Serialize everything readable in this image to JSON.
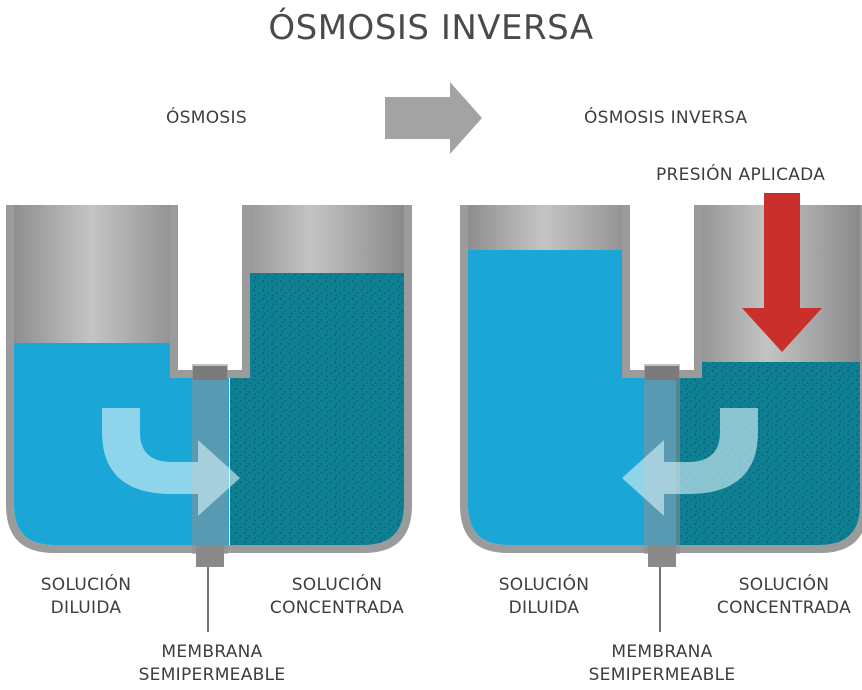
{
  "title": "ÓSMOSIS INVERSA",
  "left_panel": {
    "heading": "ÓSMOSIS",
    "label_left_line1": "SOLUCIÓN",
    "label_left_line2": "DILUIDA",
    "label_right_line1": "SOLUCIÓN",
    "label_right_line2": "CONCENTRADA",
    "membrane_line1": "MEMBRANA",
    "membrane_line2": "SEMIPERMEABLE"
  },
  "right_panel": {
    "heading": "ÓSMOSIS INVERSA",
    "pressure_label": "PRESIÓN APLICADA",
    "label_left_line1": "SOLUCIÓN",
    "label_left_line2": "DILUIDA",
    "label_right_line1": "SOLUCIÓN",
    "label_right_line2": "CONCENTRADA",
    "membrane_line1": "MEMBRANA",
    "membrane_line2": "SEMIPERMEABLE"
  },
  "colors": {
    "dilute_water": "#1aa6d6",
    "concentrated_water": "#0f7f93",
    "container_gray": "#9b9b9b",
    "pressure_arrow": "#c9302c",
    "transition_arrow": "#a3a3a3"
  }
}
